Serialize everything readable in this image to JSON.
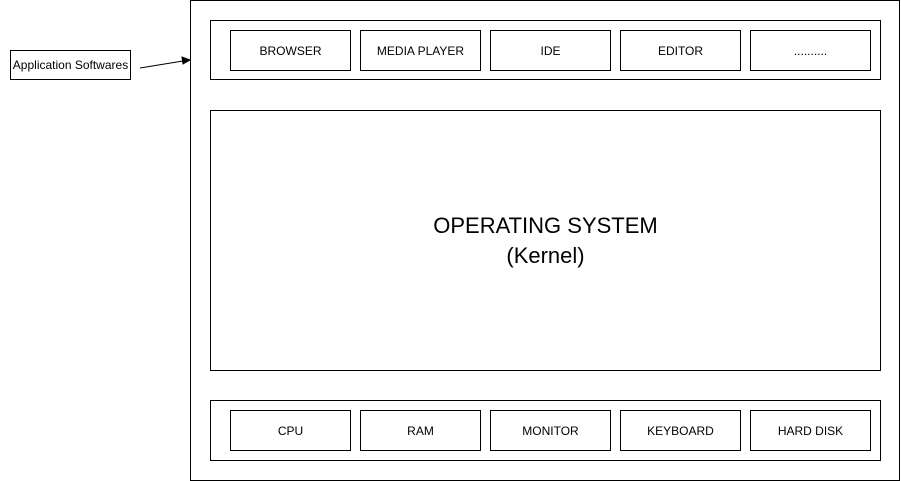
{
  "callout": {
    "label": "Application Softwares"
  },
  "apps": [
    {
      "label": "BROWSER"
    },
    {
      "label": "MEDIA PLAYER"
    },
    {
      "label": "IDE"
    },
    {
      "label": "EDITOR"
    },
    {
      "label": ".........."
    }
  ],
  "os": {
    "title": "OPERATING SYSTEM",
    "subtitle": "(Kernel)"
  },
  "hardware": [
    {
      "label": "CPU"
    },
    {
      "label": "RAM"
    },
    {
      "label": "MONITOR"
    },
    {
      "label": "KEYBOARD"
    },
    {
      "label": "HARD DISK"
    }
  ],
  "colors": {
    "stroke": "#000000",
    "fill": "#ffffff"
  }
}
